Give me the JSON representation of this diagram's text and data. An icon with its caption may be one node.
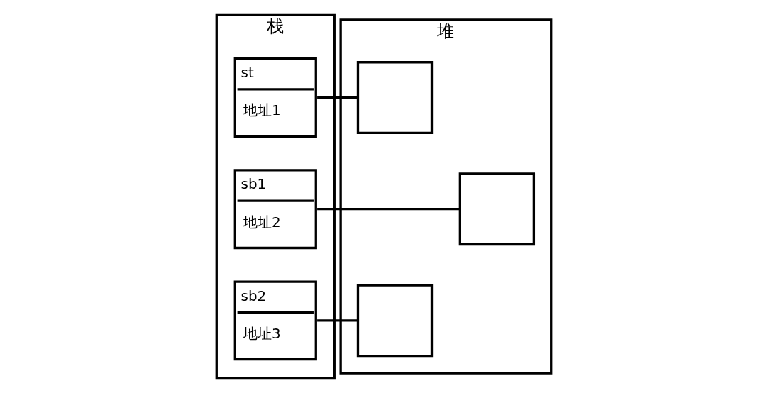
{
  "diagram": {
    "nodes": [
      {
        "text": [
          "栈"
        ]
      },
      {
        "text": [
          "st",
          "地址1"
        ],
        "in": 0
      },
      {
        "text": [
          "sb1",
          "地址2"
        ],
        "in": 0
      },
      {
        "text": [
          "sb2",
          "地址3"
        ],
        "in": 0
      },
      {
        "text": [
          "堆"
        ]
      },
      {
        "text": [],
        "shape": "box",
        "in": 4
      },
      {
        "text": [],
        "shape": "box",
        "in": 4
      },
      {
        "text": [],
        "shape": "box",
        "in": 4
      }
    ],
    "edges": [
      {
        "from": 1,
        "to": 5,
        "arrow": "none"
      },
      {
        "from": 2,
        "to": 6,
        "arrow": "none"
      },
      {
        "from": 3,
        "to": 7,
        "arrow": "none"
      }
    ]
  }
}
